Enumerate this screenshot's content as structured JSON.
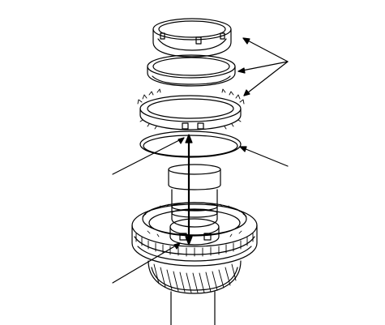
{
  "diagram": {
    "subject": "transmission-shaft-synchronizer-exploded-view",
    "colors": {
      "ink": "#000000",
      "paper": "#ffffff"
    },
    "callouts": [
      {
        "id": "callout-synchro-rings",
        "target": "outer-synchro-rings",
        "label": ""
      },
      {
        "id": "callout-snap-ring",
        "target": "snap-ring",
        "label": ""
      },
      {
        "id": "callout-key-slot",
        "target": "synchro-ring-key-slot",
        "label": ""
      },
      {
        "id": "callout-gear-hub-key",
        "target": "gear-hub-key",
        "label": ""
      }
    ]
  }
}
